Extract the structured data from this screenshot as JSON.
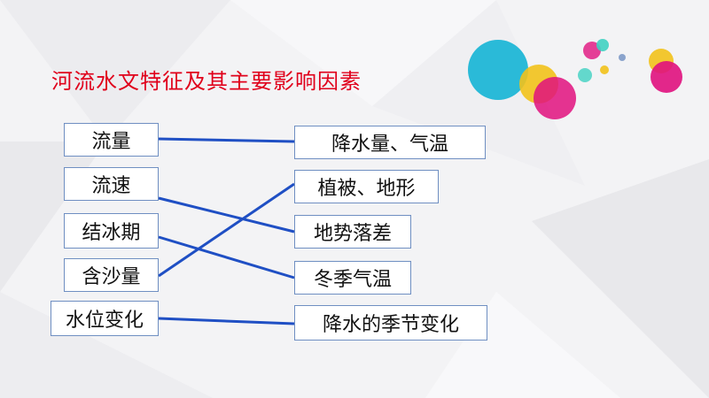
{
  "title": "河流水文特征及其主要影响因素",
  "left_items": [
    "流量",
    "流速",
    "结冰期",
    "含沙量",
    "水位变化"
  ],
  "right_items": [
    "降水量、气温",
    "植被、地形",
    "地势落差",
    "冬季气温",
    "降水的季节变化"
  ],
  "connections": [
    {
      "from": "流量",
      "to": "降水量、气温"
    },
    {
      "from": "流速",
      "to": "地势落差"
    },
    {
      "from": "结冰期",
      "to": "冬季气温"
    },
    {
      "from": "含沙量",
      "to": "植被、地形"
    },
    {
      "from": "水位变化",
      "to": "降水的季节变化"
    }
  ],
  "colors": {
    "title": "#e0001b",
    "line": "#1f4fc4",
    "box_border": "#6f8fc2",
    "bubble_cyan": "#1fb6d6",
    "bubble_magenta": "#e0117e",
    "bubble_yellow": "#f2c21b",
    "bubble_teal": "#3fd1c2"
  }
}
